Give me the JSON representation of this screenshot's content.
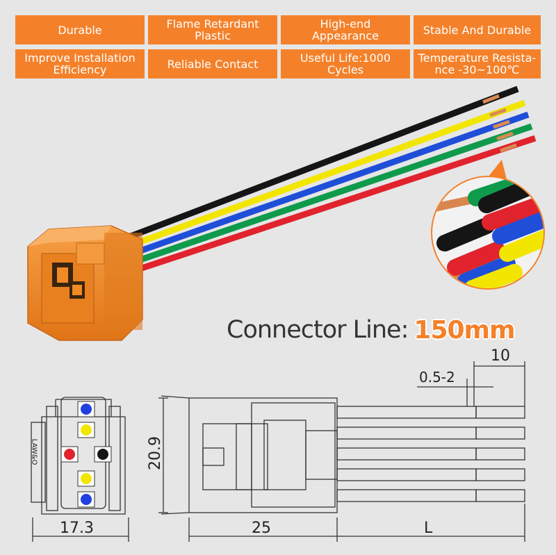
{
  "features": [
    {
      "label": "Durable"
    },
    {
      "label": "Flame Retardant\nPlastic"
    },
    {
      "label": "High-end\nAppearance"
    },
    {
      "label": "Stable And Durable"
    },
    {
      "label": "Improve Installation\nEfficiency"
    },
    {
      "label": "Reliable Contact"
    },
    {
      "label": "Useful Life:1000\nCycles"
    },
    {
      "label": "Temperature Resista-\nnce -30~100℃"
    }
  ],
  "connector_line": {
    "label": "Connector Line:",
    "value": "150mm"
  },
  "dimensions": {
    "width_front": "17.3",
    "height": "20.9",
    "body_length": "25",
    "wire_length": "L",
    "strip_length": "10",
    "strip_range": "0.5-2",
    "housing_mark": "LAW&O"
  },
  "wire_colors": {
    "black": "#151515",
    "yellow": "#f2e600",
    "blue": "#1f4fd8",
    "green": "#0f9a4c",
    "red": "#e0232c",
    "connector_orange": "#f08a25",
    "accent": "#f4812a"
  }
}
